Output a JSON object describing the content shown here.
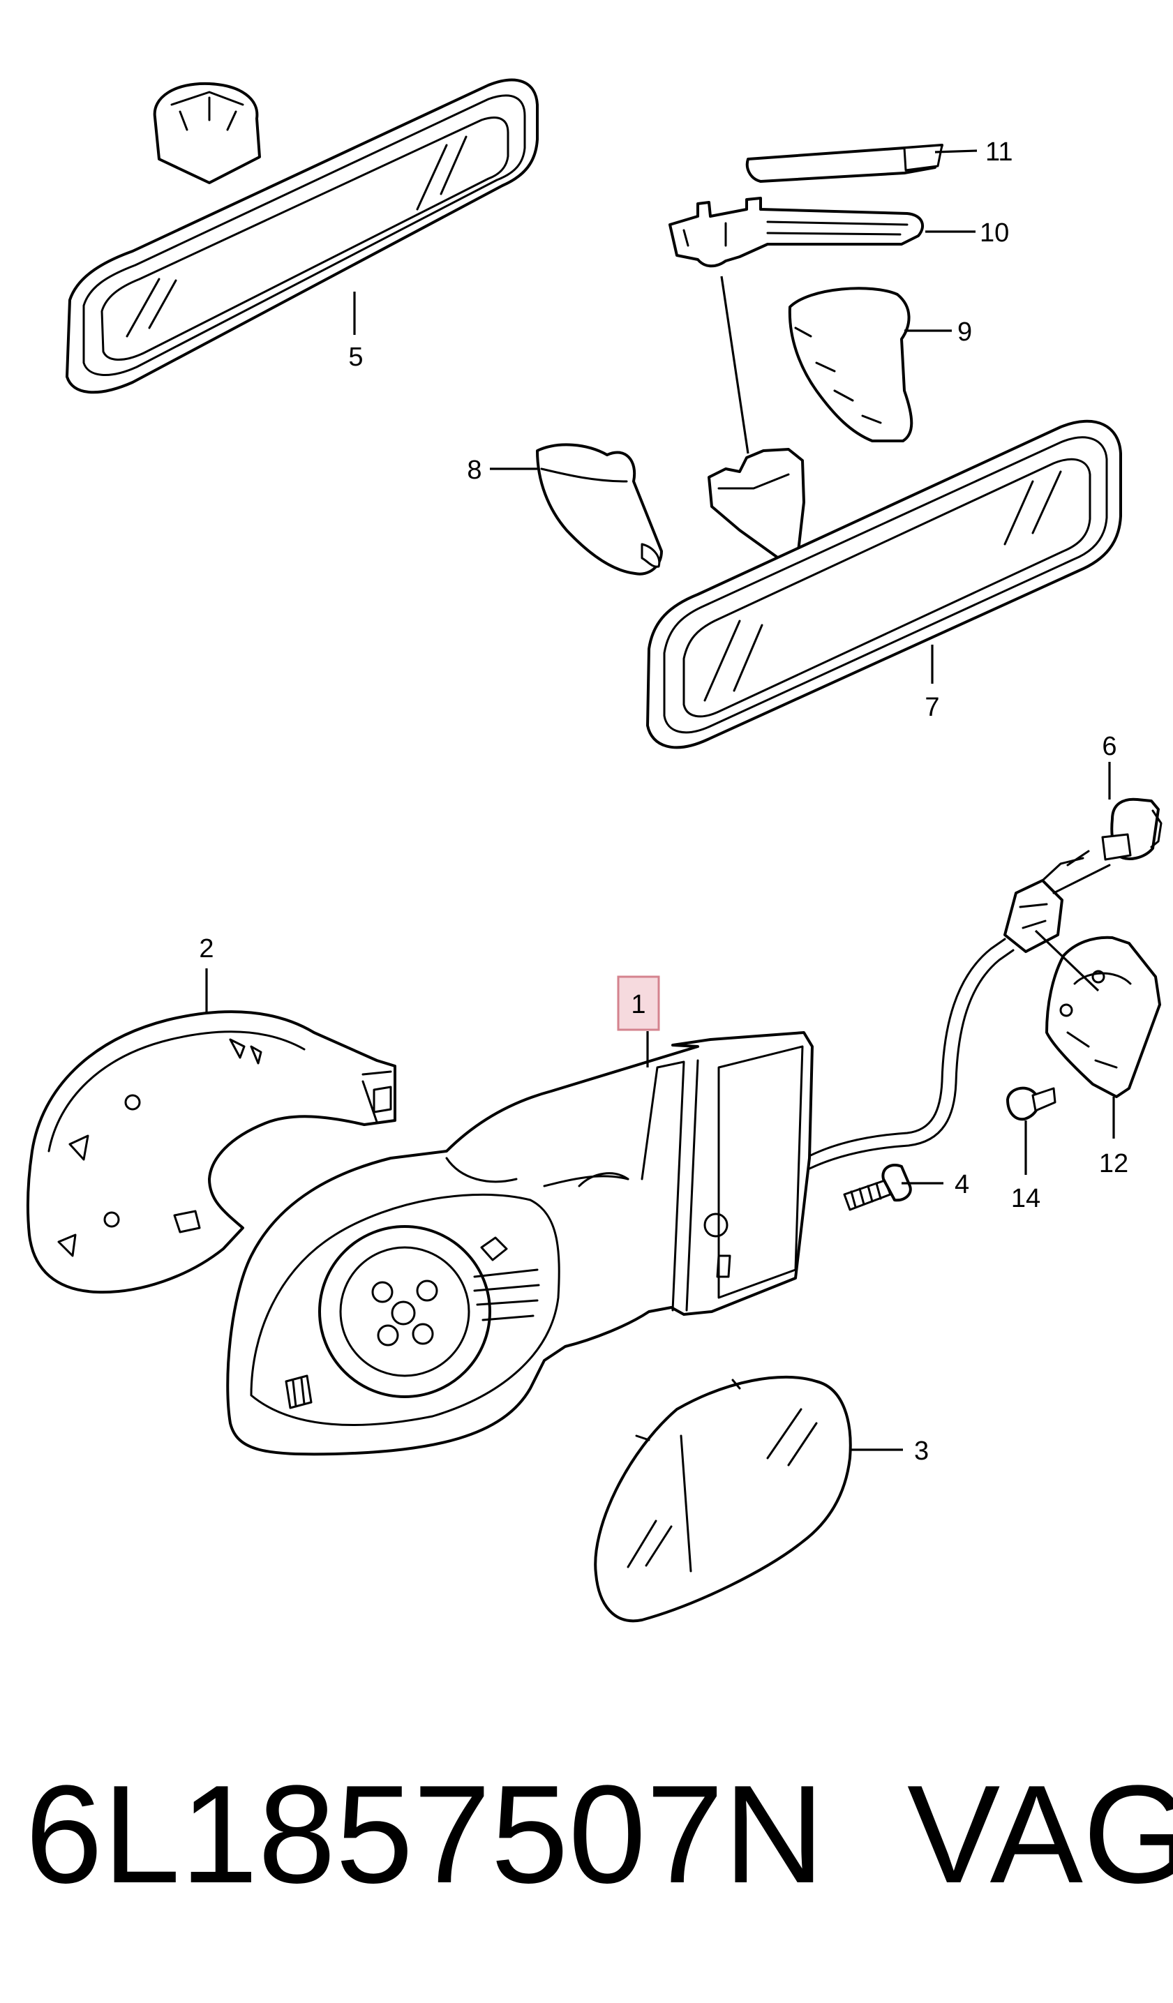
{
  "diagram": {
    "callouts": [
      {
        "id": "1",
        "highlighted": true
      },
      {
        "id": "2"
      },
      {
        "id": "3"
      },
      {
        "id": "4"
      },
      {
        "id": "5"
      },
      {
        "id": "6"
      },
      {
        "id": "7"
      },
      {
        "id": "8"
      },
      {
        "id": "9"
      },
      {
        "id": "10"
      },
      {
        "id": "11"
      },
      {
        "id": "12"
      },
      {
        "id": "14"
      }
    ],
    "highlight_color": "#f6dade"
  },
  "footer": {
    "part_number": "6L1857507N",
    "brand": "VAG"
  }
}
